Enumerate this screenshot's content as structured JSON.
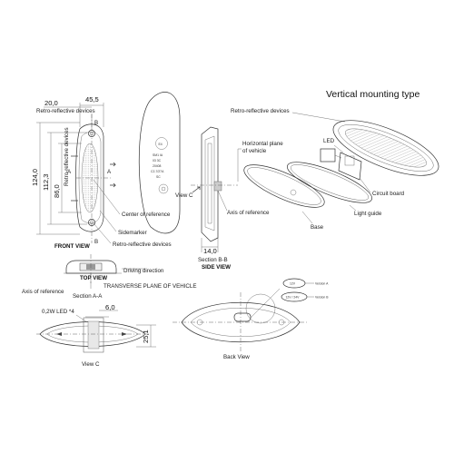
{
  "title": "Vertical mounting type",
  "labels": {
    "retro_top_left": "Retro-reflective devices",
    "retro_vertical": "Retro-reflective devices",
    "center_of_reference": "Center of reference",
    "sidemarker": "Sidemarker",
    "retro_bottom": "Retro-reflective devices",
    "front_view": "FRONT VIEW",
    "driving_direction": "Driving direction",
    "axis_of_reference_left": "Axis of reference",
    "top_view": "TOP VIEW",
    "section_aa": "Section A-A",
    "transverse_plane": "TRANSVERSE PLANE OF VEHICLE",
    "led_power": "0,2W LED *4",
    "view_c_bottom": "View C",
    "view_c_side": "View C",
    "horizontal_plane": "Horizontal plane of vehicle",
    "axis_of_reference_mid": "Axis of reference",
    "section_bb": "Section B-B",
    "side_view": "SIDE VIEW",
    "retro_top_right": "Retro-reflective devices",
    "led": "LED",
    "circuit_board": "Circuit board",
    "light_guide": "Light guide",
    "base": "Base",
    "back_view": "Back View",
    "marker_a_top": "A",
    "marker_a_bottom": "A",
    "marker_b_top": "B",
    "marker_b_bottom": "B"
  },
  "dimensions": {
    "d20": "20,0",
    "d45": "45,5",
    "d124": "124,0",
    "d112": "112,3",
    "d86": "86,0",
    "d14": "14,0",
    "d6": "6,0",
    "d25": "25,1"
  },
  "versions": [
    {
      "voltage": "12V",
      "name": "Version A"
    },
    {
      "voltage": "12V / 24V",
      "name": "Version B"
    }
  ],
  "lamp_markings": [
    "E4",
    "SM1 IA",
    "03 3C",
    "20408",
    "C2-7/27A",
    "SC"
  ]
}
